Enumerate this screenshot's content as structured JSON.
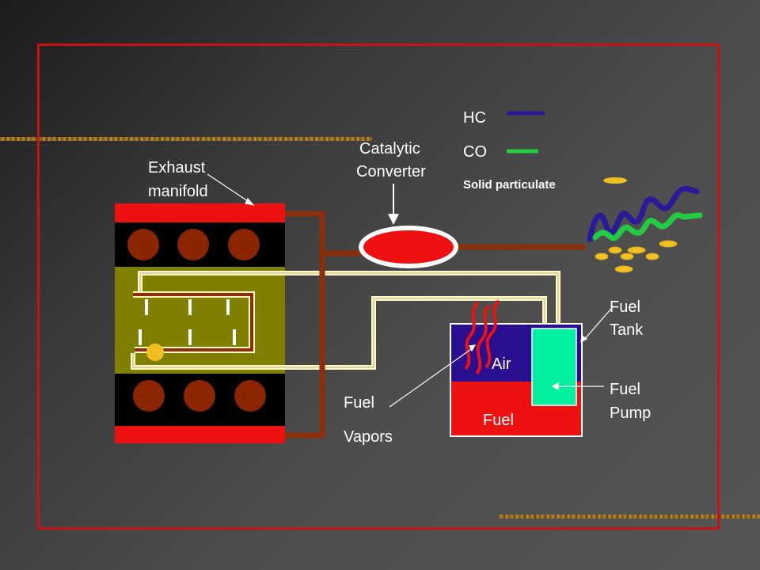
{
  "labels": {
    "exhaust_manifold_line1": "Exhaust",
    "exhaust_manifold_line2": "manifold",
    "catalytic_line1": "Catalytic",
    "catalytic_line2": "Converter",
    "fuel_tank_line1": "Fuel",
    "fuel_tank_line2": "Tank",
    "fuel_pump_line1": "Fuel",
    "fuel_pump_line2": "Pump",
    "fuel_vapors_line1": "Fuel",
    "fuel_vapors_line2": "Vapors",
    "tank_air": "Air",
    "tank_fuel": "Fuel"
  },
  "legend": {
    "items": [
      {
        "label": "HC",
        "color": "#2a1a9a"
      },
      {
        "label": "CO",
        "color": "#22cc44"
      },
      {
        "label": "Solid particulate",
        "color": "#f0c020"
      }
    ]
  },
  "colors": {
    "frame": "#cc1111",
    "pipe": "#8b2e0a",
    "engine_block": "#808000",
    "cylinder": "#8b2500",
    "fuel_line": "#fff8c0",
    "tank_air": "#2a1090",
    "tank_fuel": "#ee1111",
    "pump": "#00f0a0",
    "converter": "#ee1111"
  }
}
